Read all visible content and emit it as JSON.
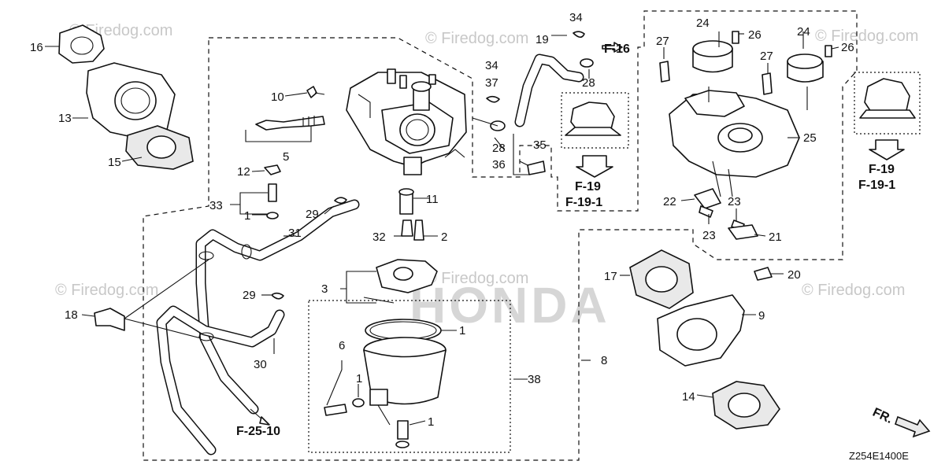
{
  "diagram": {
    "brand_watermark": "HONDA",
    "watermarks": [
      "© Firedog.com",
      "© Firedog.com",
      "© Firedog.com",
      "© Firedog.com",
      "© Firedog.com",
      "© Firedog.com"
    ],
    "drawing_code": "Z254E1400E",
    "direction_label": "FR.",
    "callouts": {
      "c1a": "1",
      "c1b": "1",
      "c1c": "1",
      "c1d": "1",
      "c2": "2",
      "c3": "3",
      "c5": "5",
      "c6": "6",
      "c8": "8",
      "c9": "9",
      "c10": "10",
      "c11": "11",
      "c12": "12",
      "c13": "13",
      "c14": "14",
      "c15": "15",
      "c16": "16",
      "c17": "17",
      "c18": "18",
      "c19": "19",
      "c20": "20",
      "c21": "21",
      "c22": "22",
      "c23a": "23",
      "c23b": "23",
      "c24a": "24",
      "c24b": "24",
      "c25": "25",
      "c26a": "26",
      "c26b": "26",
      "c27a": "27",
      "c27b": "27",
      "c28a": "28",
      "c28b": "28",
      "c29a": "29",
      "c29b": "29",
      "c30": "30",
      "c31": "31",
      "c32": "32",
      "c33": "33",
      "c34a": "34",
      "c34b": "34",
      "c35": "35",
      "c36": "36",
      "c37": "37",
      "c38": "38"
    },
    "refs": {
      "f16": "F-16",
      "f19a": "F-19",
      "f19_1a": "F-19-1",
      "f19b": "F-19",
      "f19_1b": "F-19-1",
      "f25_10": "F-25-10"
    }
  }
}
